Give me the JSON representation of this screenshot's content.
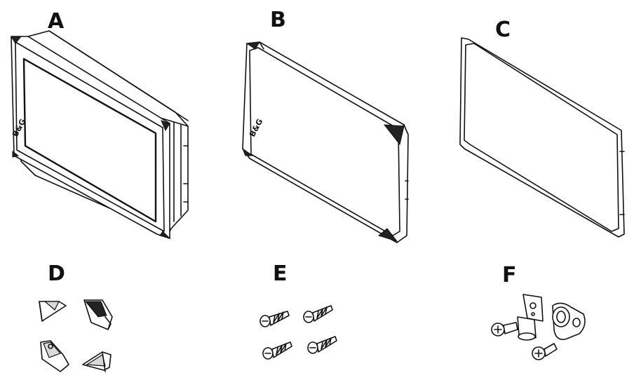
{
  "labels": {
    "a": "A",
    "b": "B",
    "c": "C",
    "d": "D",
    "e": "E",
    "f": "F"
  },
  "logo_text": "B&G",
  "items": [
    {
      "id": "A",
      "icon": "display-unit-icon"
    },
    {
      "id": "B",
      "icon": "sun-cover-icon"
    },
    {
      "id": "C",
      "icon": "mounting-gasket-icon"
    },
    {
      "id": "D",
      "icon": "corner-caps-icon"
    },
    {
      "id": "E",
      "icon": "screws-icon"
    },
    {
      "id": "F",
      "icon": "mounting-brackets-icon"
    }
  ]
}
